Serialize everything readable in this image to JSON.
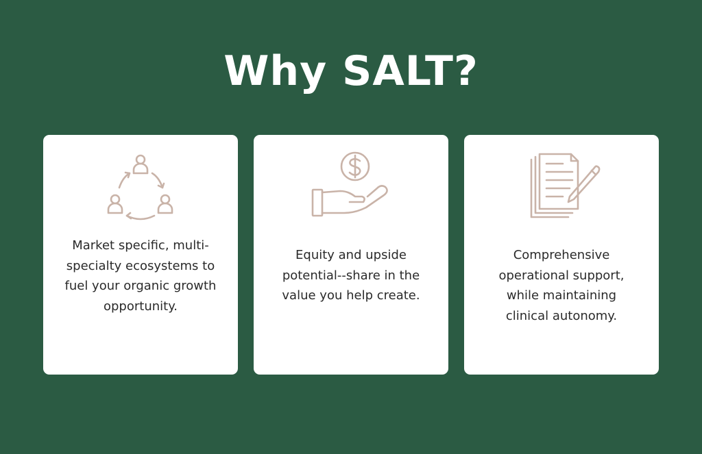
{
  "title": "Why SALT?",
  "colors": {
    "background": "#2b5b43",
    "card": "#ffffff",
    "icon": "#c9b3a8",
    "text": "#2a2a2a",
    "title": "#ffffff"
  },
  "cards": [
    {
      "icon": "network-people-icon",
      "text": "Market specific, multi-specialty ecosystems to fuel your organic growth opportunity."
    },
    {
      "icon": "hand-coin-icon",
      "text": "Equity and upside potential--share in the value you help create."
    },
    {
      "icon": "documents-pen-icon",
      "text": "Comprehensive operational support, while maintaining clinical autonomy."
    }
  ]
}
